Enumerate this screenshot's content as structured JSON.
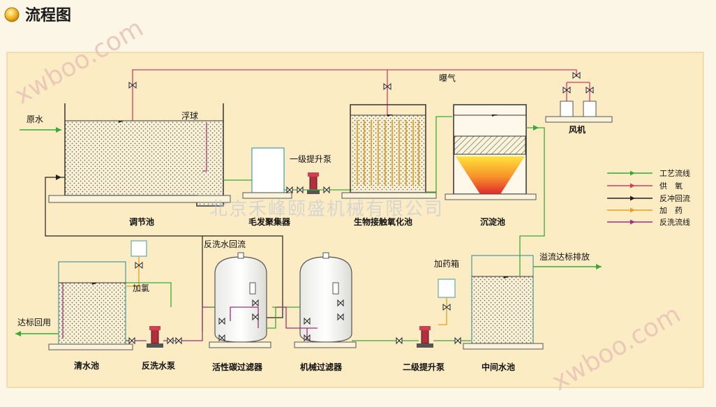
{
  "header": {
    "title": "流程图"
  },
  "watermark": {
    "text": "xwboo.com",
    "company": "北京禾峰颐盛机械有限公司"
  },
  "units": {
    "raw_water": "原水",
    "float_ball": "浮球",
    "equalization_tank": "调节池",
    "hair_collector": "毛发聚集器",
    "pump_1": "一级提升泵",
    "bio_oxidation_tank": "生物接触氧化池",
    "sedimentation_tank": "沉淀池",
    "aeration": "曝气",
    "blower": "风机",
    "backwash_return": "反洗水回流",
    "clear_water_tank": "清水池",
    "chlorination": "加氯",
    "backwash_pump": "反洗水泵",
    "carbon_filter": "活性碳过滤器",
    "mechanical_filter": "机械过滤器",
    "dosing_box": "加药箱",
    "pump_2": "二级提升泵",
    "intermediate_tank": "中间水池",
    "overflow_discharge": "溢流达标排放",
    "reuse": "达标回用"
  },
  "legend": [
    {
      "label": "工艺流线",
      "color": "#3aa83a"
    },
    {
      "label": "供　氧",
      "color": "#d43c5c"
    },
    {
      "label": "反冲回流",
      "color": "#222222"
    },
    {
      "label": "加　药",
      "color": "#e8a020"
    },
    {
      "label": "反洗流线",
      "color": "#a0307a"
    }
  ],
  "colors": {
    "process": "#3aa83a",
    "oxygen": "#d43c5c",
    "return": "#222222",
    "dosing": "#e8a020",
    "backwash": "#a0307a",
    "panel": "#fcecc4",
    "border": "#e9c98a"
  }
}
